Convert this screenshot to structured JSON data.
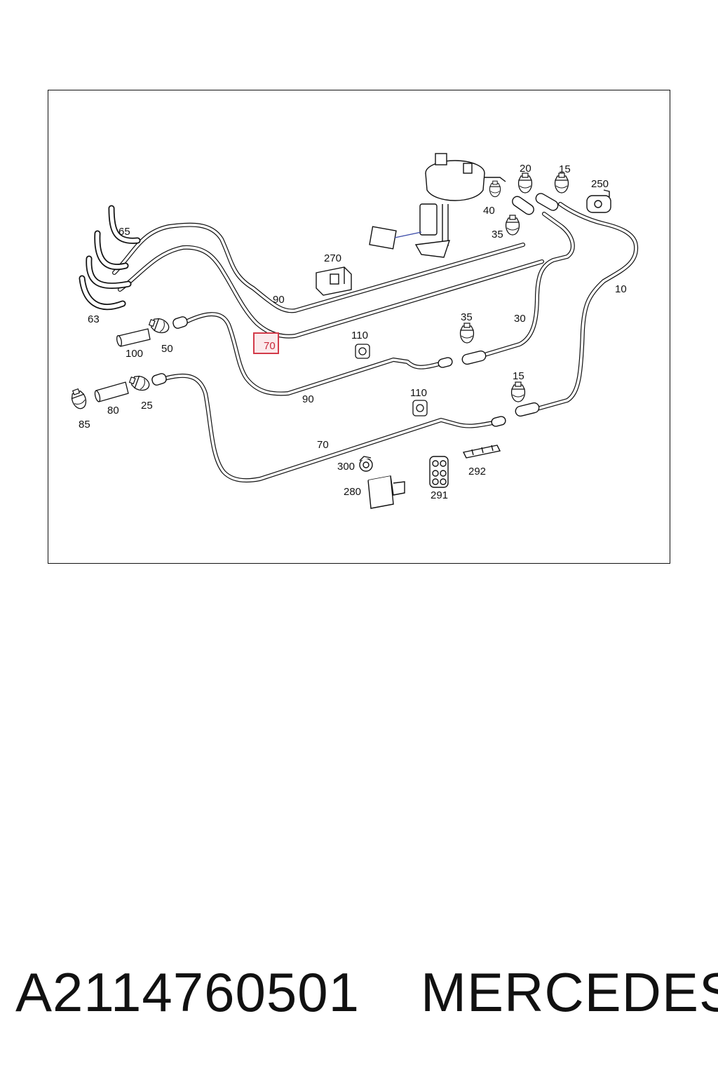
{
  "diagram": {
    "callouts": {
      "c_10": "10",
      "c_15a": "15",
      "c_15b": "15",
      "c_20": "20",
      "c_25": "25",
      "c_30": "30",
      "c_35a": "35",
      "c_35b": "35",
      "c_40": "40",
      "c_50": "50",
      "c_63": "63",
      "c_65": "65",
      "c_70_highlight": "70",
      "c_70": "70",
      "c_80": "80",
      "c_85": "85",
      "c_90a": "90",
      "c_90b": "90",
      "c_100": "100",
      "c_110a": "110",
      "c_110b": "110",
      "c_250": "250",
      "c_270": "270",
      "c_280": "280",
      "c_291": "291",
      "c_292": "292",
      "c_300": "300"
    },
    "highlighted_part": "70",
    "highlight_color": "#d33b4a"
  },
  "footer": {
    "part_number": "A2114760501",
    "brand": "MERCEDES"
  }
}
